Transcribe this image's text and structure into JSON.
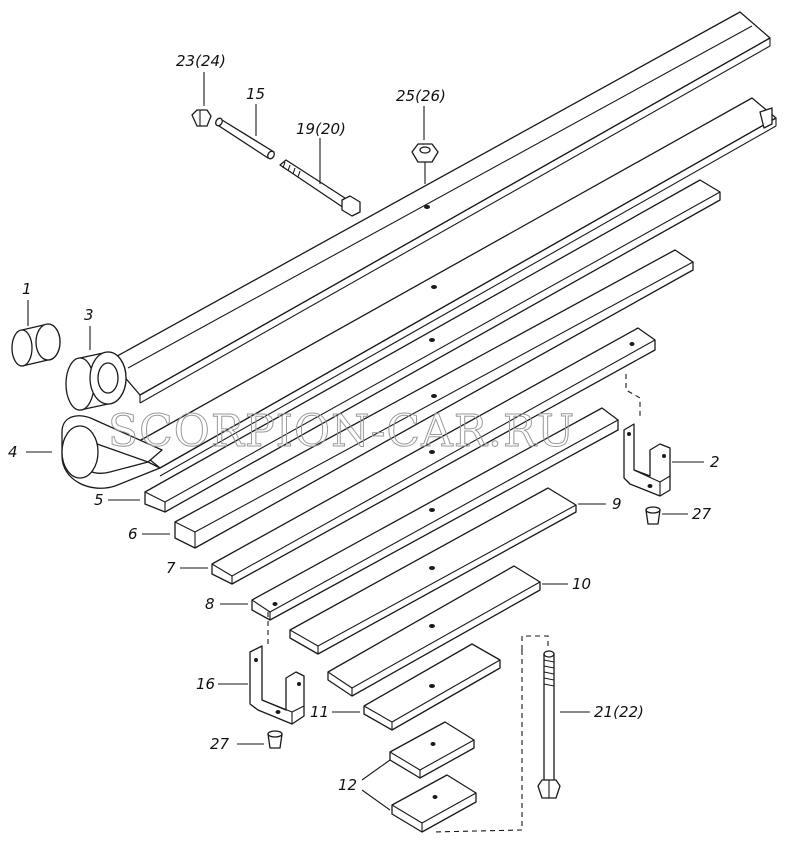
{
  "watermark": "SCORPION-CAR.RU",
  "callouts": {
    "c1": "1",
    "c2": "2",
    "c3": "3",
    "c4": "4",
    "c5": "5",
    "c6": "6",
    "c7": "7",
    "c8": "8",
    "c9": "9",
    "c10": "10",
    "c11": "11",
    "c12": "12",
    "c15": "15",
    "c16": "16",
    "c19": "19(20)",
    "c21": "21(22)",
    "c23": "23(24)",
    "c25": "25(26)",
    "c27a": "27",
    "c27b": "27"
  }
}
